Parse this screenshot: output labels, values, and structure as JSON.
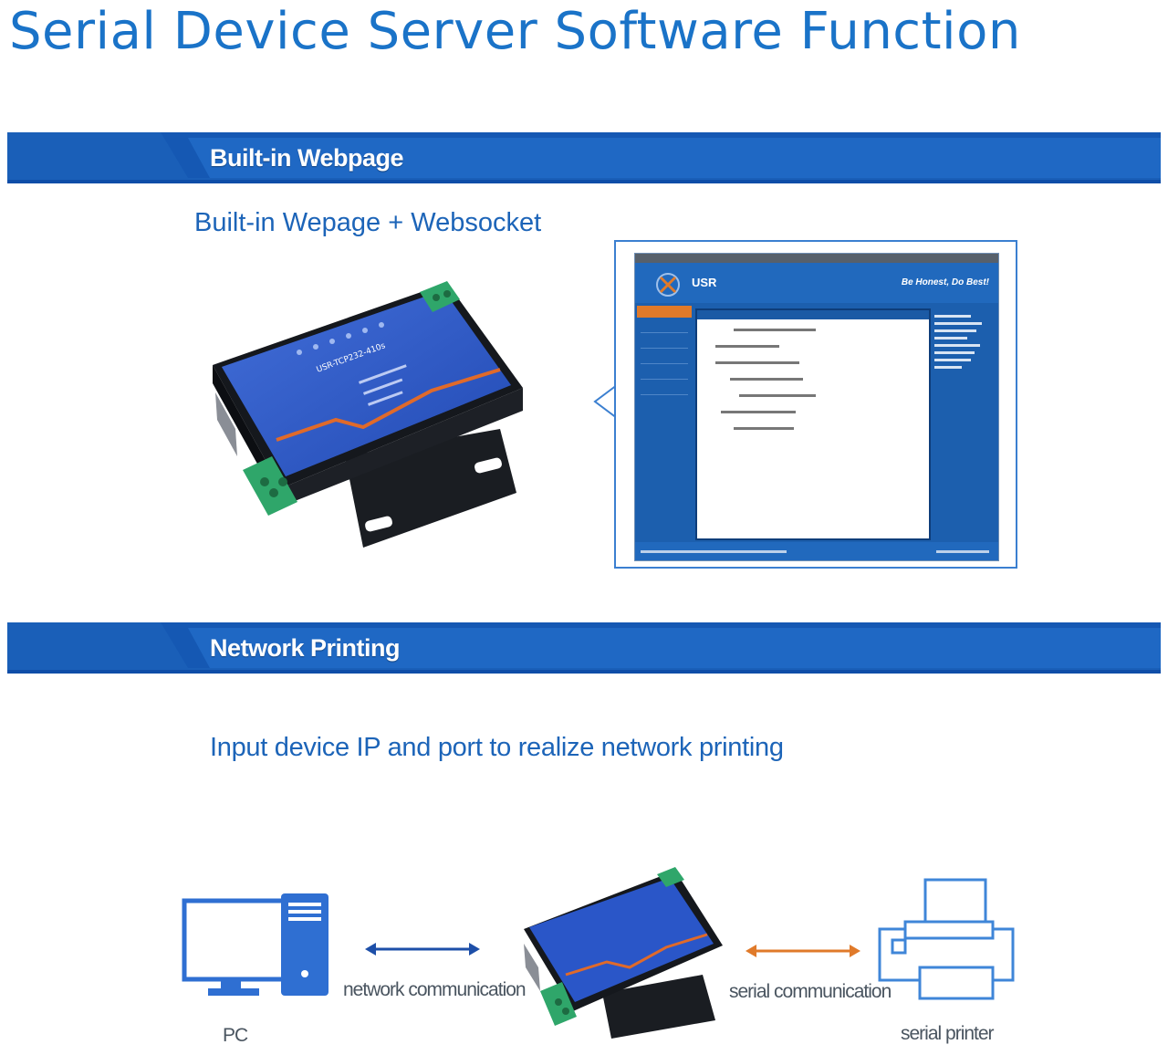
{
  "page": {
    "title": "Serial Device Server Software Function"
  },
  "section_webpage": {
    "banner_label": "Built-in  Webpage",
    "subheading": "Built-in Wepage + Websocket",
    "device_label": "USR-TCP232-410s",
    "web_screenshot": {
      "brand": "USR",
      "slogan": "Be Honest, Do Best!"
    }
  },
  "section_printing": {
    "banner_label": "Network Printing",
    "subheading": "Input device IP and port to realize network printing",
    "diagram": {
      "pc_label": "PC",
      "network_link_label": "network communication",
      "serial_link_label": "serial communication",
      "printer_label": "serial printer"
    }
  },
  "colors": {
    "title_blue": "#1a73c8",
    "banner_blue": "#1f68c4",
    "banner_dark": "#0f4ea8",
    "network_arrow": "#1d4fa8",
    "serial_arrow": "#e07a2a",
    "terminal_green": "#2fa66a"
  }
}
